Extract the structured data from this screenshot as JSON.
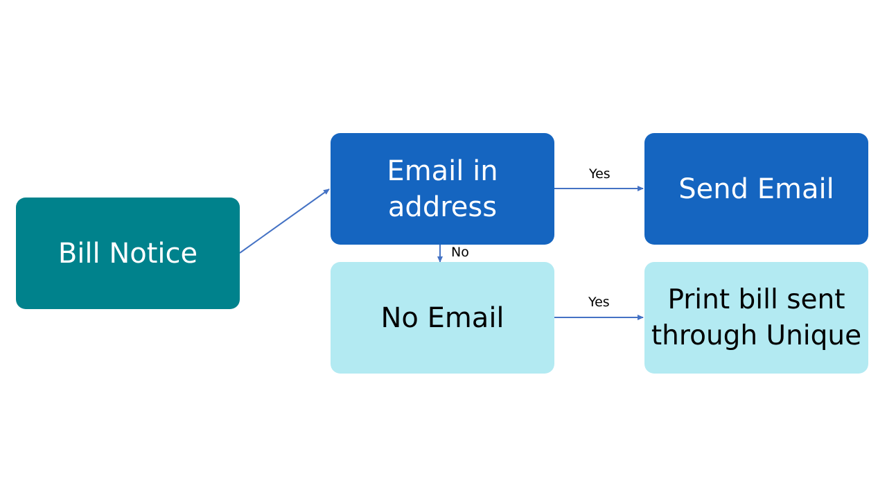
{
  "colors": {
    "teal": "#00828c",
    "blue": "#1565c0",
    "light_cyan": "#b3eaf2",
    "connector": "#4472c4"
  },
  "nodes": {
    "bill_notice": "Bill Notice",
    "email_in_address": "Email in\naddress",
    "send_email": "Send Email",
    "no_email": "No Email",
    "print_bill": "Print bill sent\nthrough Unique"
  },
  "edges": {
    "yes_top": "Yes",
    "no": "No",
    "yes_bottom": "Yes"
  }
}
